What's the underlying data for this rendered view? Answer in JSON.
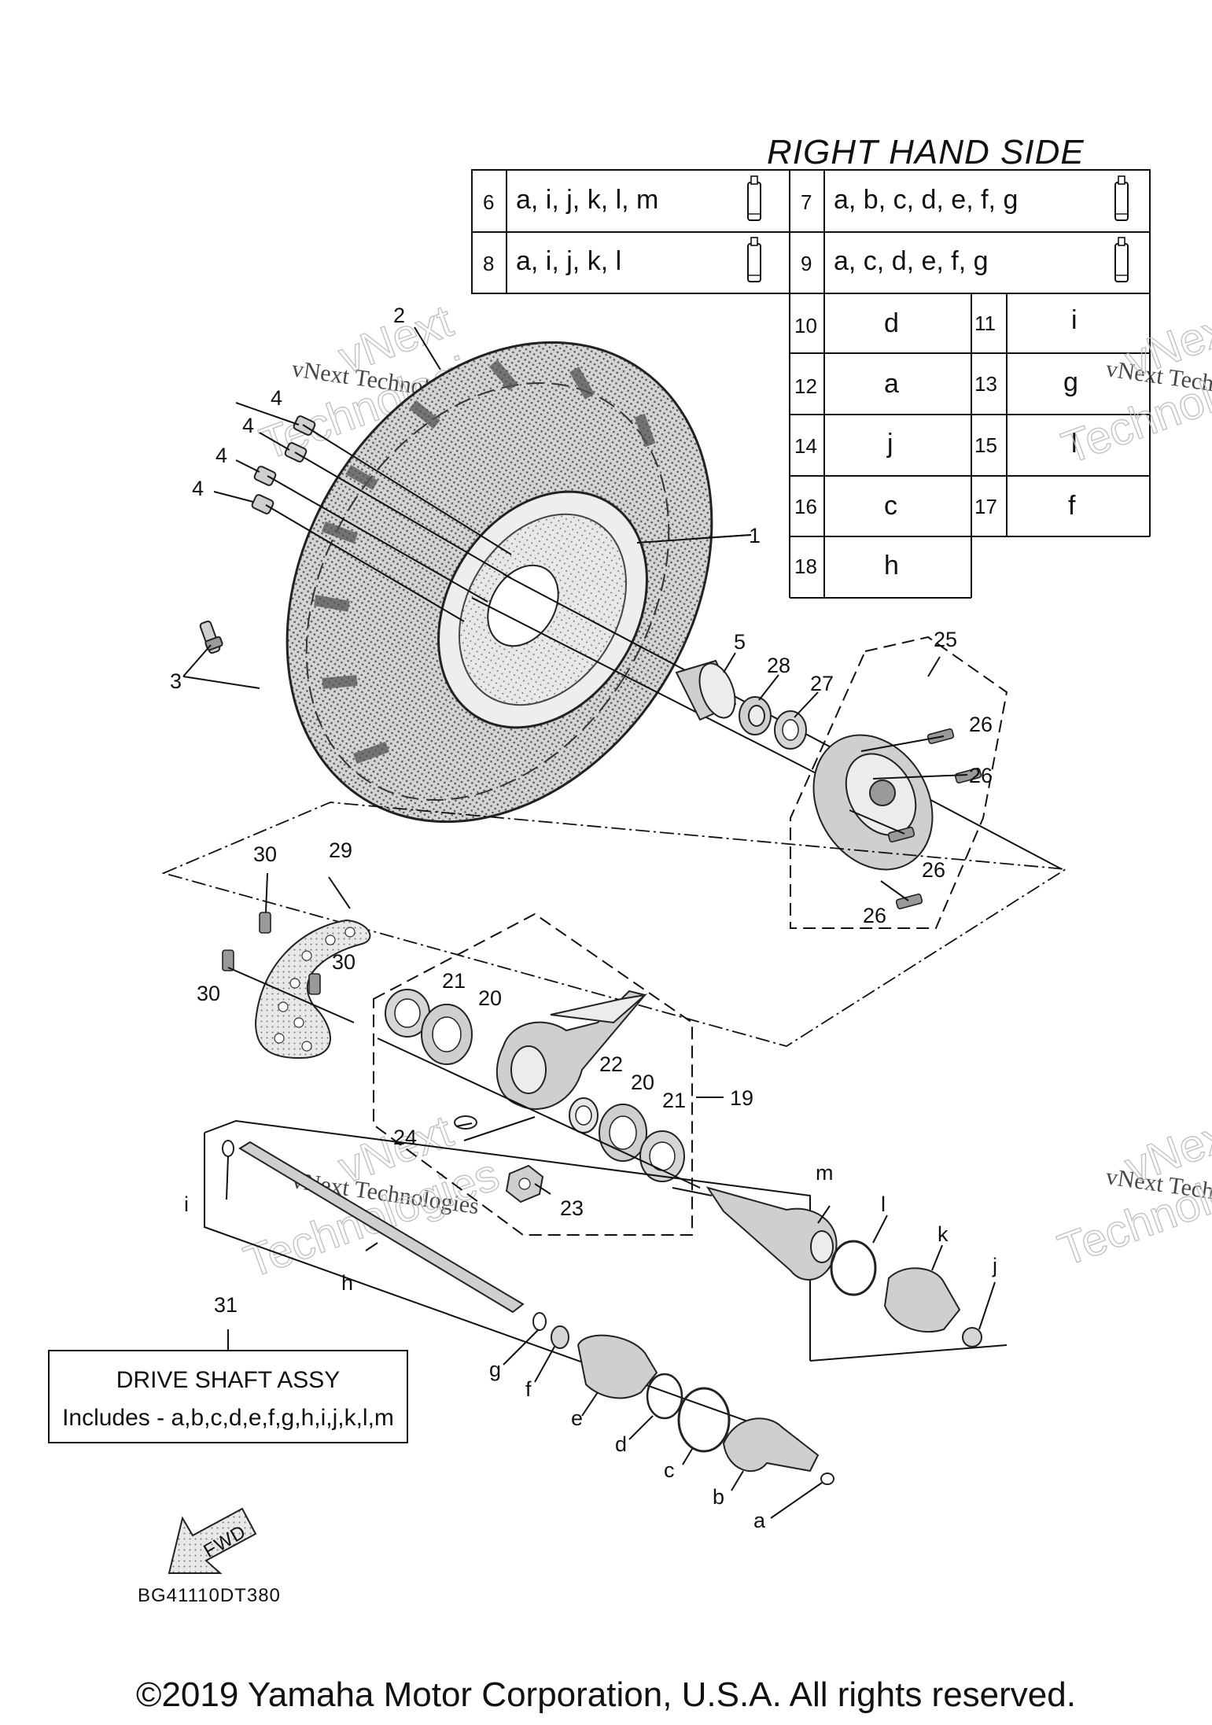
{
  "table": {
    "title": "RIGHT HAND SIDE",
    "rows_top": [
      {
        "num": "6",
        "val": "a, i, j, k, l, m",
        "num2": "7",
        "val2": "a, b, c, d, e, f, g"
      },
      {
        "num": "8",
        "val": "a, i, j, k, l",
        "num2": "9",
        "val2": "a, c, d, e, f, g"
      }
    ],
    "rows_small": [
      {
        "num": "10",
        "val": "d",
        "num2": "11",
        "val2": "i"
      },
      {
        "num": "12",
        "val": "a",
        "num2": "13",
        "val2": "g"
      },
      {
        "num": "14",
        "val": "j",
        "num2": "15",
        "val2": "l"
      },
      {
        "num": "16",
        "val": "c",
        "num2": "17",
        "val2": "f"
      },
      {
        "num": "18",
        "val": "h"
      }
    ]
  },
  "callouts": {
    "c1": "1",
    "c2": "2",
    "c3": "3",
    "c4a": "4",
    "c4b": "4",
    "c4c": "4",
    "c4d": "4",
    "c5": "5",
    "c19": "19",
    "c20a": "20",
    "c20b": "20",
    "c21a": "21",
    "c21b": "21",
    "c22": "22",
    "c23": "23",
    "c24": "24",
    "c25": "25",
    "c26a": "26",
    "c26b": "26",
    "c26c": "26",
    "c26d": "26",
    "c27": "27",
    "c28": "28",
    "c29": "29",
    "c30a": "30",
    "c30b": "30",
    "c30c": "30",
    "c31": "31"
  },
  "letters": {
    "a": "a",
    "b": "b",
    "c": "c",
    "d": "d",
    "e": "e",
    "f": "f",
    "g": "g",
    "h": "h",
    "i": "i",
    "j": "j",
    "k": "k",
    "l": "l",
    "m": "m"
  },
  "drive_shaft_box": {
    "line1": "DRIVE SHAFT ASSY",
    "line2": "Includes - a,b,c,d,e,f,g,h,i,j,k,l,m"
  },
  "fwd_label": "FWD",
  "diagram_code": "BG41110DT380",
  "watermark": {
    "text": "vNext Technologies",
    "big_line1": "vNext",
    "big_line2": "Technologies"
  },
  "copyright": "©2019 Yamaha Motor Corporation, U.S.A. All rights reserved."
}
